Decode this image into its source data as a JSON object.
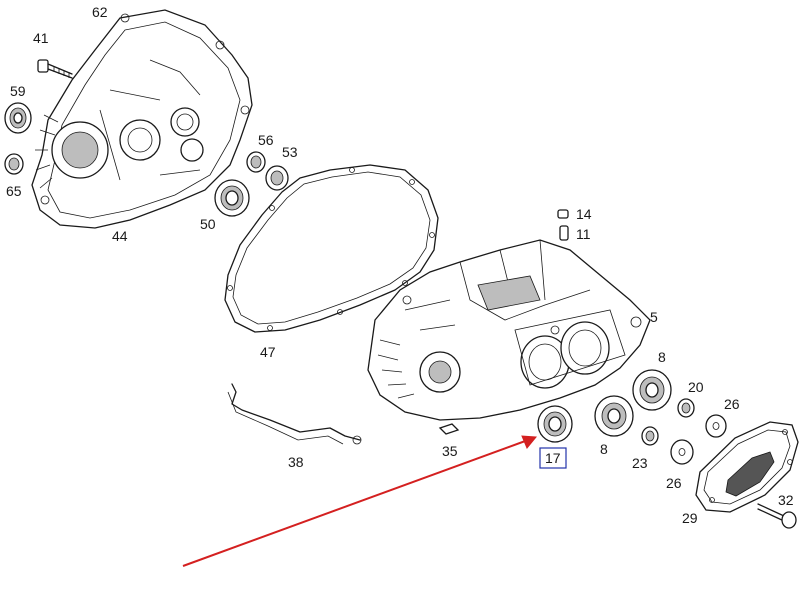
{
  "callouts": {
    "c62": "62",
    "c41": "41",
    "c59": "59",
    "c65": "65",
    "c44": "44",
    "c56": "56",
    "c53": "53",
    "c50": "50",
    "c14": "14",
    "c11": "11",
    "c47": "47",
    "c5": "5",
    "c8a": "8",
    "c20": "20",
    "c26a": "26",
    "c38": "38",
    "c35": "35",
    "c17": "17",
    "c8b": "8",
    "c23": "23",
    "c26b": "26",
    "c29": "29",
    "c32": "32"
  },
  "highlight": {
    "label_box_color": "#2233aa",
    "arrow_color": "#d42020"
  },
  "colors": {
    "lines": "#1a1a1a",
    "background": "#ffffff"
  }
}
